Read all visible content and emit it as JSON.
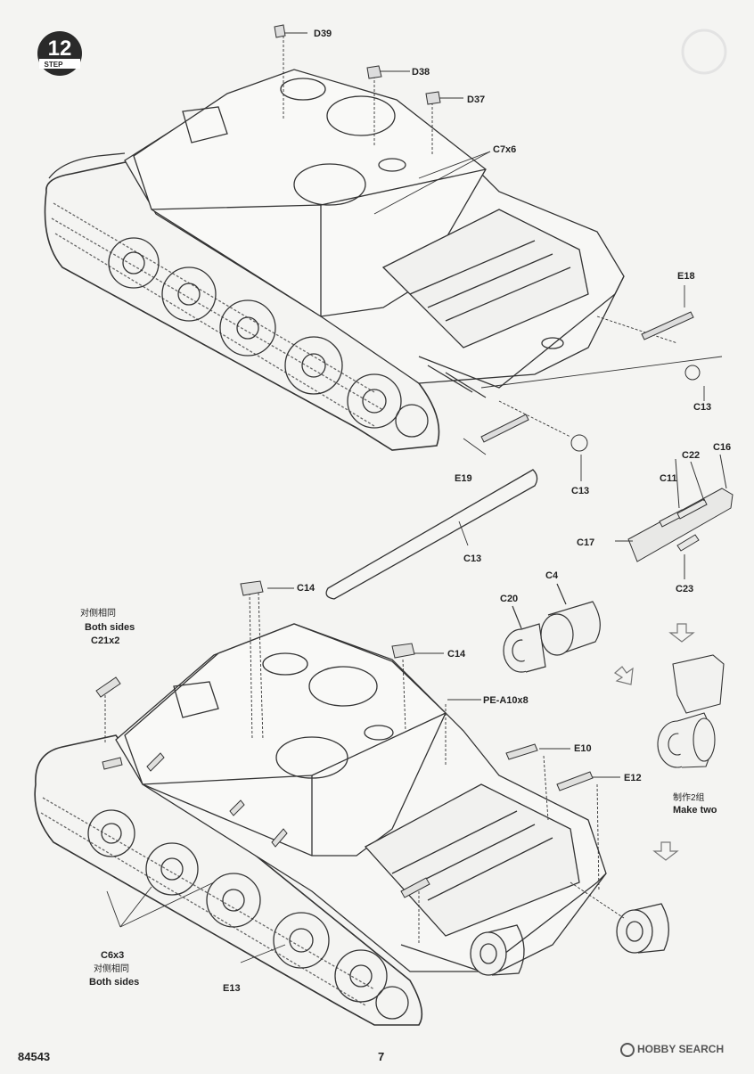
{
  "step": {
    "number": "12",
    "label": "STEP"
  },
  "parts": {
    "d39": "D39",
    "d38": "D38",
    "d37": "D37",
    "c7x6": "C7x6",
    "e18": "E18",
    "c13_upper": "C13",
    "c13_mid": "C13",
    "c13_barrel": "C13",
    "e19": "E19",
    "c16": "C16",
    "c22": "C22",
    "c11": "C11",
    "c17": "C17",
    "c23": "C23",
    "c4": "C4",
    "c20": "C20",
    "c14_left": "C14",
    "c14_right": "C14",
    "pe_a10": "PE-A10x8",
    "e10": "E10",
    "e12": "E12",
    "c21_cn": "对侧相同",
    "c21_en": "Both sides",
    "c21": "C21x2",
    "c6": "C6x3",
    "c6_cn": "对侧相同",
    "c6_en": "Both sides",
    "e13": "E13",
    "make_two_cn": "制作2组",
    "make_two_en": "Make two"
  },
  "footer": {
    "code": "84543",
    "page": "7",
    "watermark": "HOBBY SEARCH"
  }
}
